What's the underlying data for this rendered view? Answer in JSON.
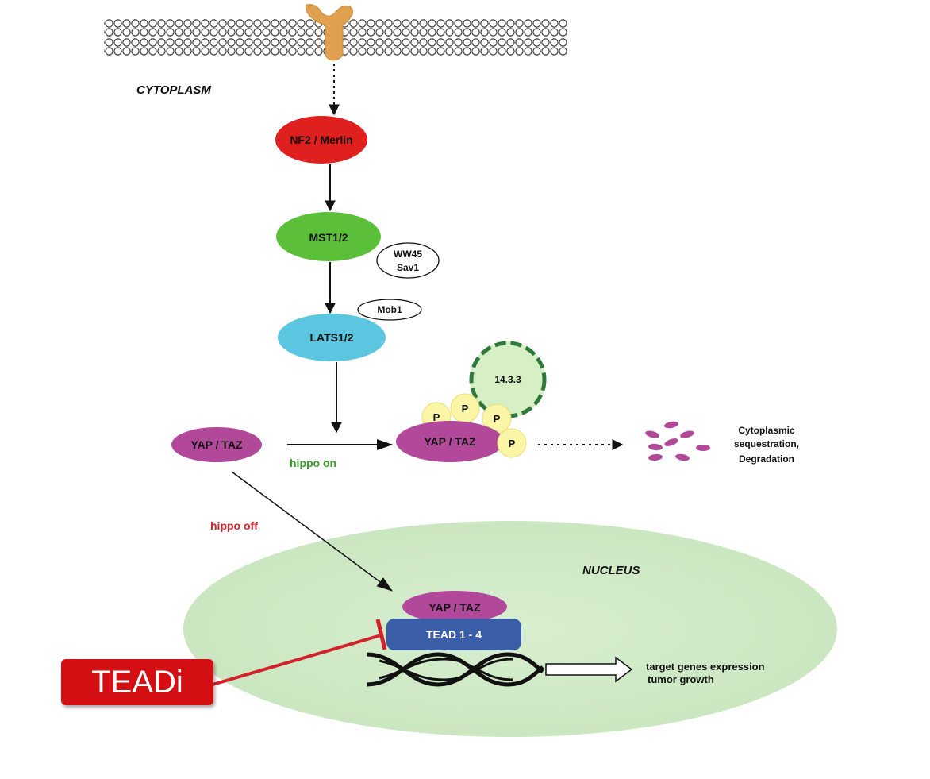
{
  "diagram": {
    "labels": {
      "cytoplasm": "CYTOPLASM",
      "nucleus": "NUCLEUS",
      "nf2": "NF2 / Merlin",
      "mst": "MST1/2",
      "ww45": "WW45",
      "sav1": "Sav1",
      "mob1": "Mob1",
      "lats": "LATS1/2",
      "yap_taz_left": "YAP / TAZ",
      "yap_taz_phospho": "YAP / TAZ",
      "yap_taz_nucleus": "YAP / TAZ",
      "protein_14_3_3": "14.3.3",
      "phospho": "P",
      "hippo_on": "hippo on",
      "hippo_off": "hippo off",
      "seq_line1": "Cytoplasmic",
      "seq_line2": "sequestration,",
      "seq_line3": "Degradation",
      "tead": "TEAD 1 - 4",
      "target_line1": "target genes expression",
      "target_line2": "tumor growth",
      "teadi": "TEADi"
    },
    "colors": {
      "nf2": "#e01f1f",
      "mst": "#5cbf3a",
      "lats": "#5cc6e0",
      "yap": "#b2489a",
      "phospho": "#fbf6a5",
      "protein_14_3_3": "#d6efc5",
      "nucleus": "#d3ebca",
      "tead": "#3a5ea8",
      "teadi": "#d40f14",
      "receptor": "#e0a050",
      "hippo_on": "#3a9a2a",
      "hippo_off": "#d4202a"
    }
  }
}
